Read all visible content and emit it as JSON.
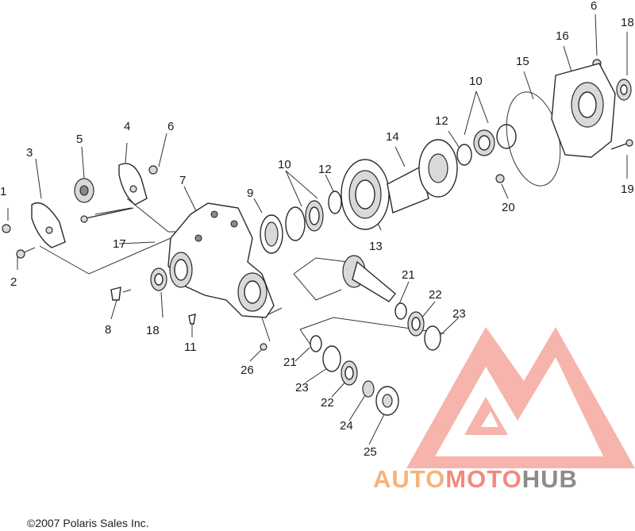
{
  "copyright": "©2007 Polaris Sales Inc.",
  "watermark": {
    "word_1": "AUTO",
    "word_2": "MOTO",
    "word_3": "HUB",
    "color_1": "#f7b27a",
    "color_2": "#f28a7e",
    "color_3": "#8c8c8c",
    "logo_color": "#f05a5a"
  },
  "callouts": {
    "c1": "1",
    "c2": "2",
    "c3": "3",
    "c4": "4",
    "c5": "5",
    "c6a": "6",
    "c6b": "6",
    "c7": "7",
    "c8": "8",
    "c9": "9",
    "c10a": "10",
    "c10b": "10",
    "c11": "11",
    "c12a": "12",
    "c12b": "12",
    "c13": "13",
    "c14": "14",
    "c15": "15",
    "c16": "16",
    "c17": "17",
    "c18a": "18",
    "c18b": "18",
    "c19": "19",
    "c20": "20",
    "c21a": "21",
    "c21b": "21",
    "c22a": "22",
    "c22b": "22",
    "c23a": "23",
    "c23b": "23",
    "c24": "24",
    "c25": "25",
    "c26": "26"
  }
}
